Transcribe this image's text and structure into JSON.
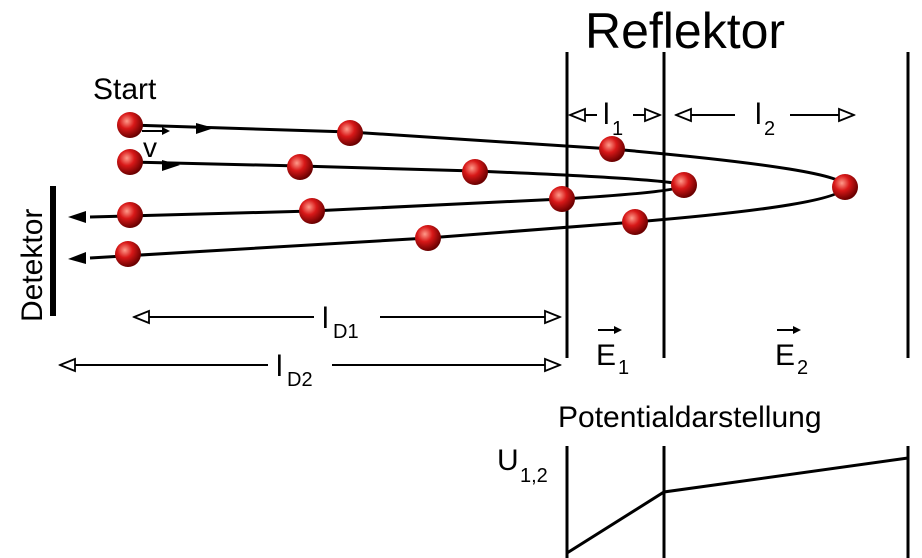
{
  "title": "Reflektor",
  "start_label": "Start",
  "velocity_label": "v",
  "detector_label": "Detektor",
  "l1_main": "l",
  "l1_sub": "1",
  "l2_main": "l",
  "l2_sub": "2",
  "lD1_main": "l",
  "lD1_sub": "D1",
  "lD2_main": "l",
  "lD2_sub": "D2",
  "E1_main": "E",
  "E1_sub": "1",
  "E2_main": "E",
  "E2_sub": "2",
  "potential_title": "Potentialdarstellung",
  "potential_axis_main": "U",
  "potential_axis_sub": "1,2",
  "colors": {
    "ion": "#d41010",
    "ion_highlight": "#ff8a7a",
    "line": "#000000"
  }
}
